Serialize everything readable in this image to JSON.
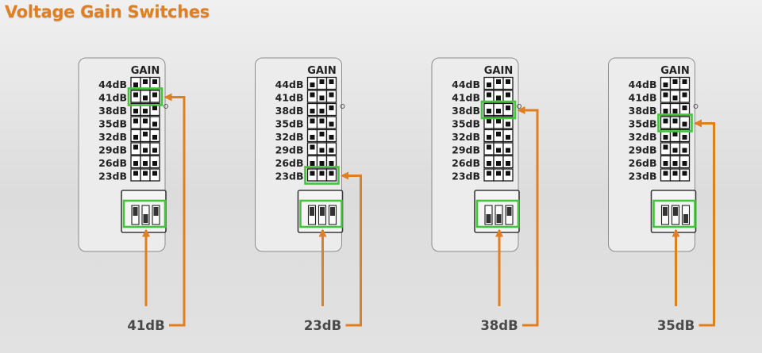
{
  "title": "Voltage Gain Switches",
  "gain_header": "GAIN",
  "gain_rows": [
    {
      "label": "44dB",
      "bits": [
        0,
        1,
        1
      ]
    },
    {
      "label": "41dB",
      "bits": [
        1,
        0,
        1
      ]
    },
    {
      "label": "38dB",
      "bits": [
        0,
        0,
        1
      ]
    },
    {
      "label": "35dB",
      "bits": [
        1,
        1,
        0
      ]
    },
    {
      "label": "32dB",
      "bits": [
        0,
        1,
        0
      ]
    },
    {
      "label": "29dB",
      "bits": [
        1,
        0,
        0
      ]
    },
    {
      "label": "26dB",
      "bits": [
        0,
        0,
        0
      ]
    },
    {
      "label": "23dB",
      "bits": [
        1,
        1,
        1
      ]
    }
  ],
  "panels": [
    {
      "caption": "41dB",
      "highlight_row": 1,
      "switches": [
        1,
        0,
        1
      ]
    },
    {
      "caption": "23dB",
      "highlight_row": 7,
      "switches": [
        1,
        1,
        1
      ]
    },
    {
      "caption": "38dB",
      "highlight_row": 2,
      "switches": [
        0,
        0,
        1
      ]
    },
    {
      "caption": "35dB",
      "highlight_row": 3,
      "switches": [
        1,
        1,
        0
      ]
    }
  ],
  "colors": {
    "title": "#e07e22",
    "arrow": "#e07e22",
    "highlight": "#44c43c",
    "panel_fill": "#ececec",
    "panel_stroke": "#8c8c8c"
  }
}
